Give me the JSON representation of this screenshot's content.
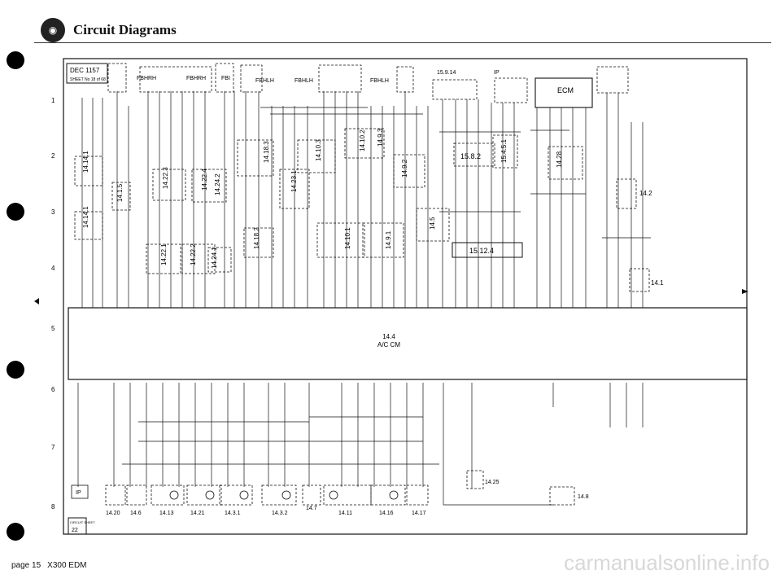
{
  "header": {
    "title": "Circuit Diagrams",
    "logo_icon": "jaguar-emblem-icon"
  },
  "sheet_ref": {
    "doc": "DEC 1157",
    "sheet": "SHEET No 18 of 68",
    "page_box_top": "CIRCUIT SHEET",
    "page_box_num": "22"
  },
  "row_numbers": [
    "1",
    "2",
    "3",
    "4",
    "5",
    "6",
    "7",
    "8"
  ],
  "top_labels": [
    "FBHRH",
    "FBHRH",
    "FBI",
    "FBHLH",
    "FBHLH",
    "FBHLH",
    "15.9.14",
    "IP",
    "ECM"
  ],
  "module_labels": [
    "14.14.1",
    "14.1.5",
    "14.22.3",
    "14.22.4",
    "14.24.2",
    "14.18.3",
    "14.23.1",
    "14.18.2",
    "14.10.3",
    "14.10.2",
    "14.9.3",
    "14.9.2",
    "14.10.1",
    "14.9.1",
    "14.5",
    "15.8.2",
    "15.4.5.1",
    "15.12.4",
    "14.28",
    "14.2",
    "14.1",
    "14.14.1",
    "14.22.1",
    "14.22.2",
    "14.24.1"
  ],
  "acm": {
    "ref": "14.4",
    "name": "A/C CM"
  },
  "bottom_labels": [
    "IP",
    "14.20",
    "14.6",
    "14.13",
    "14.21",
    "14.3.1",
    "14.3.2",
    "14.7",
    "14.11",
    "14.16",
    "14.17",
    "14.25",
    "14.8"
  ],
  "footer": {
    "page": "page 15",
    "edm": "X300 EDM"
  },
  "watermark": "carmanualsonline.info",
  "colors": {
    "ink": "#111111",
    "paper": "#ffffff",
    "watermark": "#d8d8d8"
  }
}
